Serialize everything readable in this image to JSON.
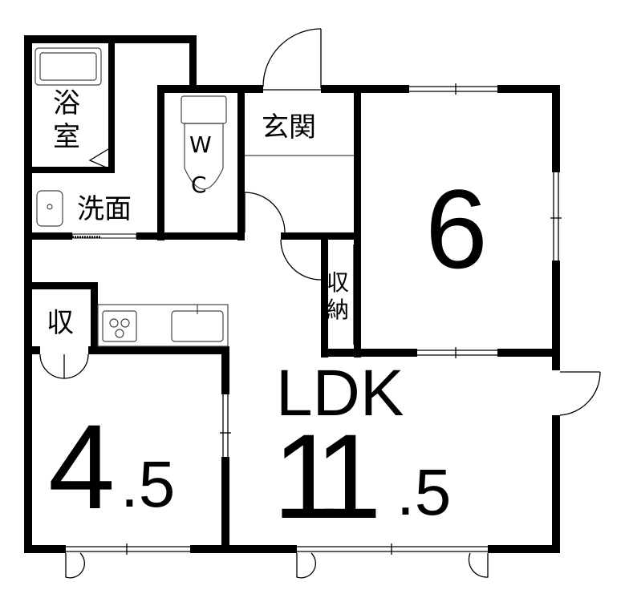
{
  "plan": {
    "rooms": {
      "bathroom_line1": "浴",
      "bathroom_line2": "室",
      "wc_line1": "W",
      "wc_line2": "C",
      "entrance": "玄関",
      "washroom": "洗面",
      "closet_small": "収",
      "storage_line1": "収",
      "storage_line2": "納"
    },
    "room_sizes": {
      "bedroom_east": "6",
      "ldk_label": "LDK",
      "ldk_size_int": "11",
      "ldk_size_dec": ".5",
      "western_int": "4",
      "western_dec": ".5"
    },
    "colors": {
      "wall": "#000000",
      "background": "#ffffff"
    }
  }
}
